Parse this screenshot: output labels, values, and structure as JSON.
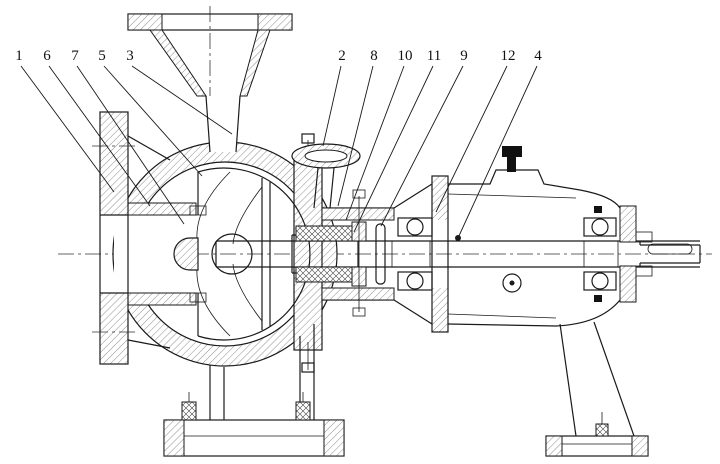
{
  "figure": {
    "kind": "sectional-technical-drawing",
    "subject": "End-suction centrifugal pump, longitudinal cross-section with numbered parts",
    "background": "#ffffff",
    "ink": "#1a1a1a",
    "part_labels": [
      {
        "text": "1"
      },
      {
        "text": "6"
      },
      {
        "text": "7"
      },
      {
        "text": "5"
      },
      {
        "text": "3"
      },
      {
        "text": "2"
      },
      {
        "text": "8"
      },
      {
        "text": "10"
      },
      {
        "text": "11"
      },
      {
        "text": "9"
      },
      {
        "text": "12"
      },
      {
        "text": "4"
      }
    ]
  }
}
